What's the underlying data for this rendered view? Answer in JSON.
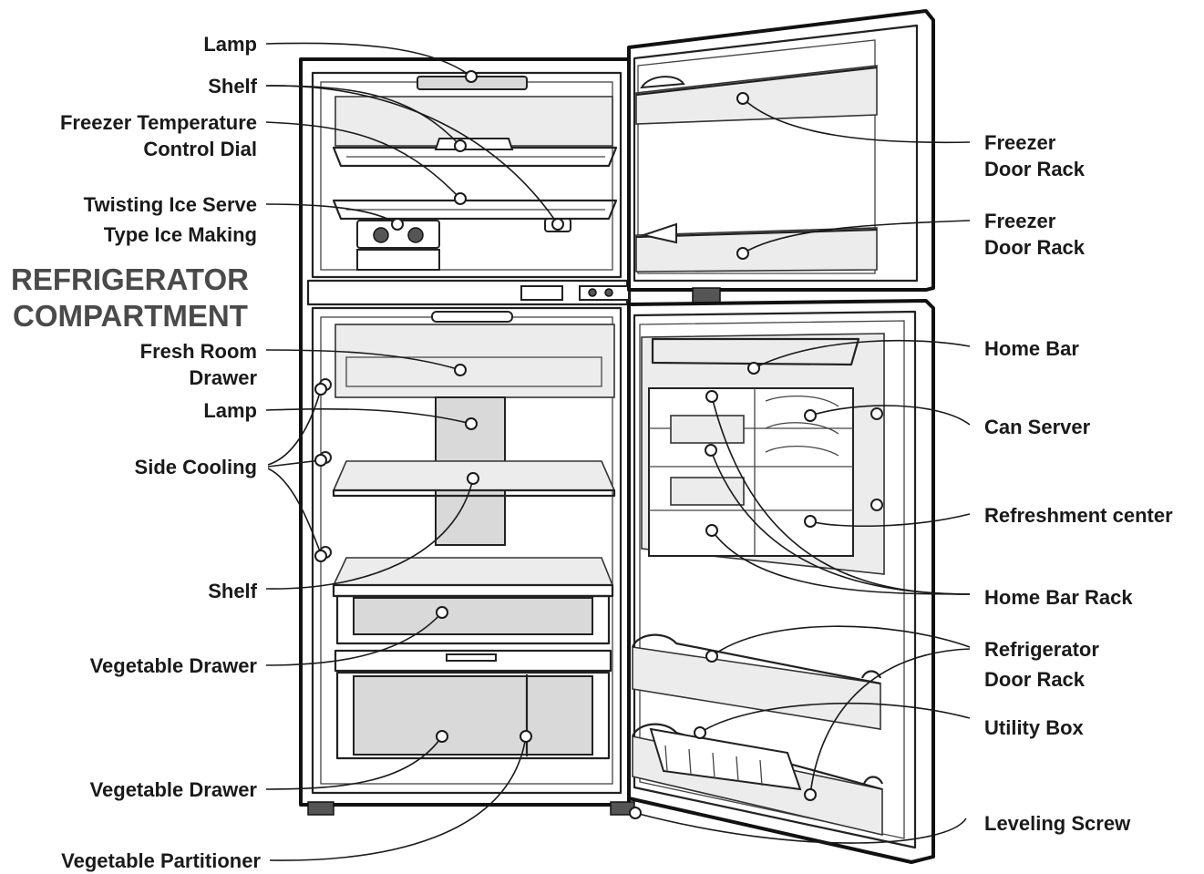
{
  "title": {
    "line1": "REFRIGERATOR",
    "line2": "COMPARTMENT"
  },
  "labels": {
    "lamp_top": "Lamp",
    "shelf_top": "Shelf",
    "freezer_temp_1": "Freezer Temperature",
    "freezer_temp_2": "Control Dial",
    "twisting_1": "Twisting Ice Serve",
    "twisting_2": "Type Ice Making",
    "fresh_room_1": "Fresh Room",
    "fresh_room_2": "Drawer",
    "lamp_fridge": "Lamp",
    "side_cooling": "Side Cooling",
    "shelf_fridge": "Shelf",
    "veg_drawer_1": "Vegetable Drawer",
    "veg_drawer_2": "Vegetable Drawer",
    "veg_partitioner": "Vegetable Partitioner",
    "freezer_door_rack_a1": "Freezer",
    "freezer_door_rack_a2": "Door Rack",
    "freezer_door_rack_b1": "Freezer",
    "freezer_door_rack_b2": "Door Rack",
    "home_bar": "Home Bar",
    "can_server": "Can Server",
    "refreshment_center": "Refreshment center",
    "home_bar_rack": "Home Bar Rack",
    "fridge_door_rack_1": "Refrigerator",
    "fridge_door_rack_2": "Door Rack",
    "utility_box": "Utility Box",
    "leveling_screw": "Leveling Screw"
  },
  "colors": {
    "ink": "#1a1a1a",
    "title_gray": "#4a4a4a",
    "panel_gray": "#d9d9d9"
  }
}
